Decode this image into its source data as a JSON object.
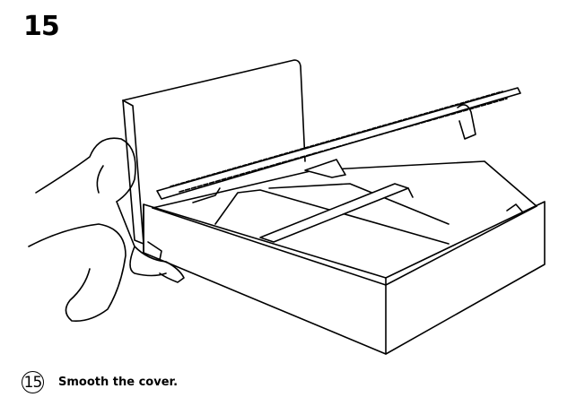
{
  "step": {
    "number": "15",
    "circle_number": "15",
    "instruction": "Smooth the cover."
  },
  "colors": {
    "line": "#000000",
    "background": "#ffffff"
  }
}
